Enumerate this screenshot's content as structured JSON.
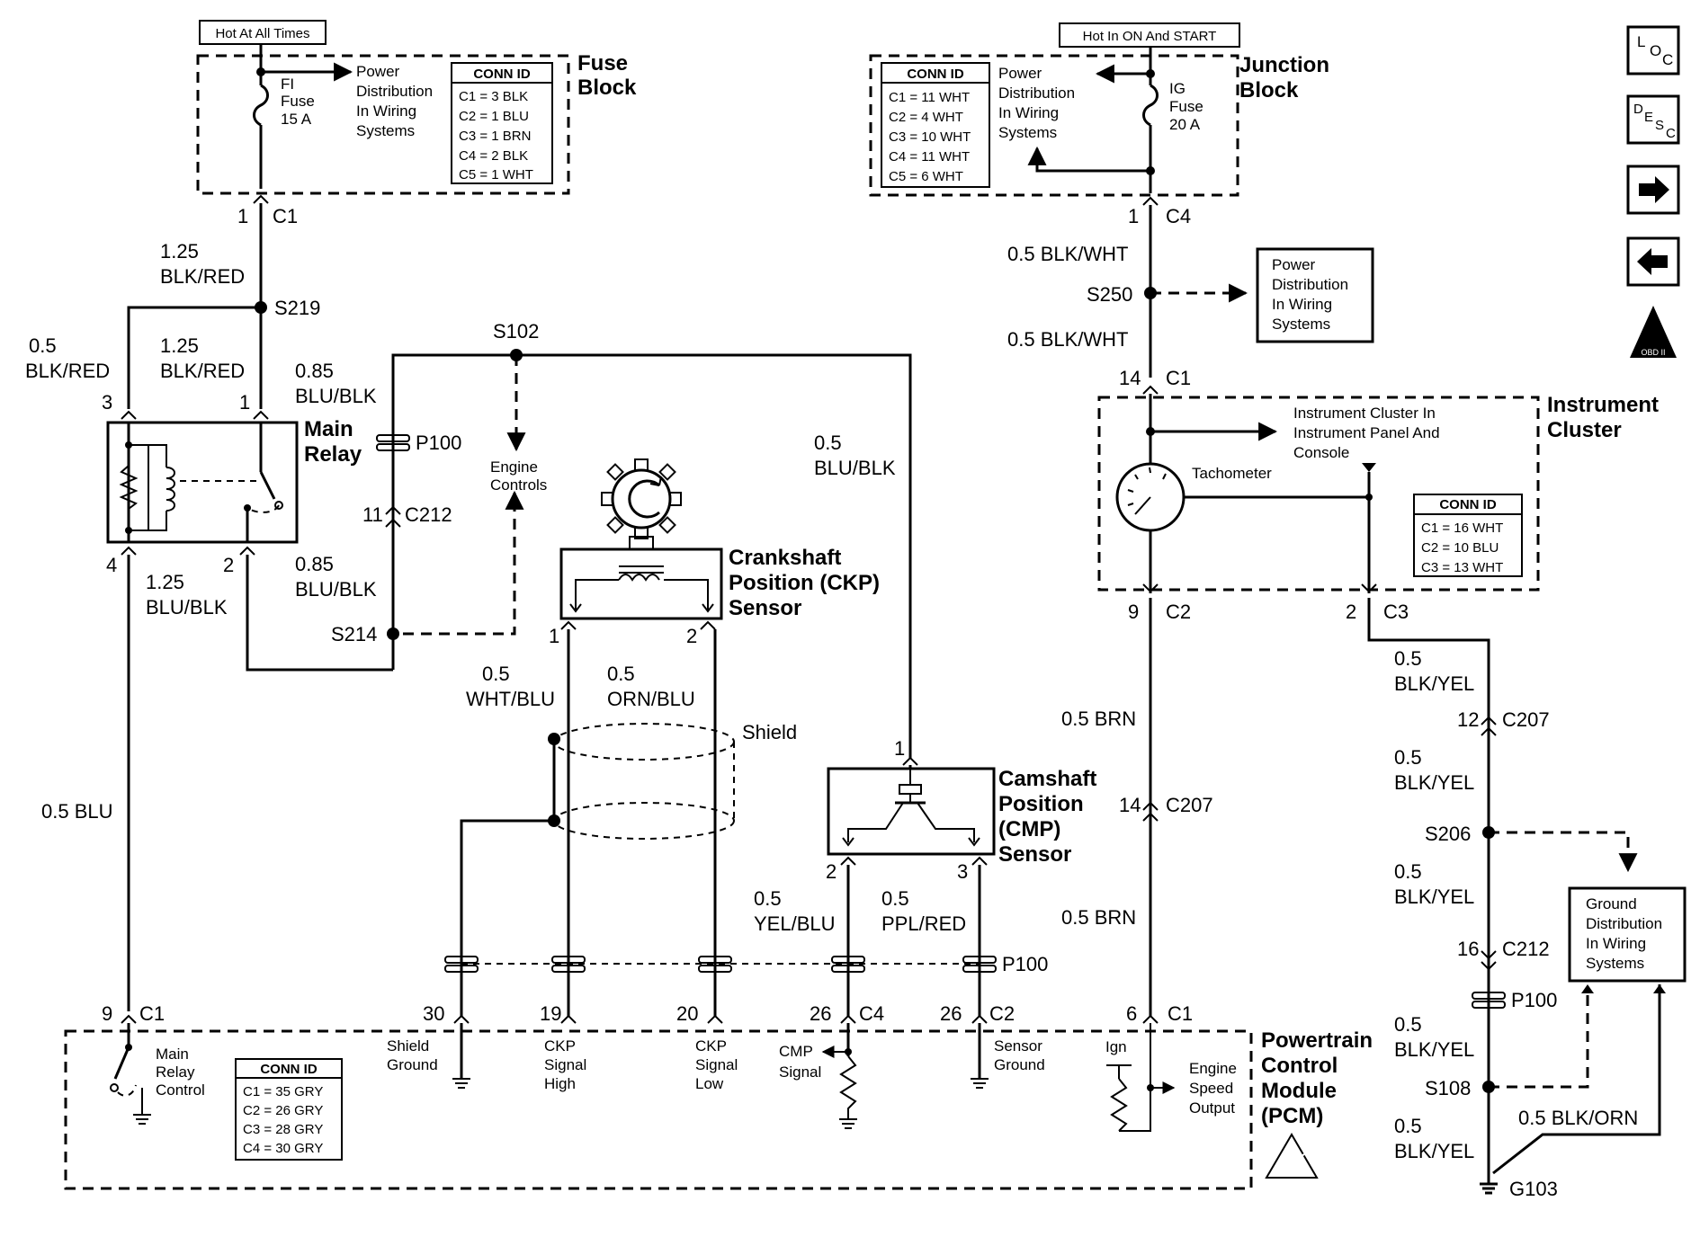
{
  "supply": {
    "hot_at_all_times": "Hot At All Times",
    "hot_in_on_start": "Hot In ON And START"
  },
  "fuse_block": {
    "title_1": "Fuse",
    "title_2": "Block",
    "fuse_1": "FI",
    "fuse_2": "Fuse",
    "fuse_3": "15 A",
    "power_dist": [
      "Power",
      "Distribution",
      "In Wiring",
      "Systems"
    ],
    "conn_id_title": "CONN ID",
    "conn_ids": [
      "C1 = 3 BLK",
      "C2 = 1 BLU",
      "C3 = 1 BRN",
      "C4 = 2 BLK",
      "C5 = 1 WHT"
    ]
  },
  "junction_block": {
    "title_1": "Junction",
    "title_2": "Block",
    "fuse_1": "IG",
    "fuse_2": "Fuse",
    "fuse_3": "20 A",
    "power_dist": [
      "Power",
      "Distribution",
      "In Wiring",
      "Systems"
    ],
    "conn_id_title": "CONN ID",
    "conn_ids": [
      "C1 = 11 WHT",
      "C2 = 4 WHT",
      "C3 = 10 WHT",
      "C4 = 11 WHT",
      "C5 = 6 WHT"
    ]
  },
  "main_relay": {
    "title_1": "Main",
    "title_2": "Relay"
  },
  "wires": {
    "w_1_25_blk_red_a": [
      "1.25",
      "BLK/RED"
    ],
    "w_0_5_blk_red": [
      "0.5",
      "BLK/RED"
    ],
    "w_1_25_blk_red_b": [
      "1.25",
      "BLK/RED"
    ],
    "w_0_85_blu_blk_a": [
      "0.85",
      "BLU/BLK"
    ],
    "w_0_85_blu_blk_b": [
      "0.85",
      "BLU/BLK"
    ],
    "w_1_25_blu_blk": [
      "1.25",
      "BLU/BLK"
    ],
    "w_0_5_blu_blk": [
      "0.5",
      "BLU/BLK"
    ],
    "w_0_5_blu": "0.5 BLU",
    "w_0_5_wht_blu": [
      "0.5",
      "WHT/BLU"
    ],
    "w_0_5_orn_blu": [
      "0.5",
      "ORN/BLU"
    ],
    "w_0_5_yel_blu": [
      "0.5",
      "YEL/BLU"
    ],
    "w_0_5_ppl_red": [
      "0.5",
      "PPL/RED"
    ],
    "w_0_5_blk_wht_a": "0.5 BLK/WHT",
    "w_0_5_blk_wht_b": "0.5 BLK/WHT",
    "w_0_5_brn_a": "0.5 BRN",
    "w_0_5_brn_b": "0.5 BRN",
    "w_0_5_blk_yel_a": [
      "0.5",
      "BLK/YEL"
    ],
    "w_0_5_blk_yel_b": [
      "0.5",
      "BLK/YEL"
    ],
    "w_0_5_blk_yel_c": [
      "0.5",
      "BLK/YEL"
    ],
    "w_0_5_blk_yel_d": [
      "0.5",
      "BLK/YEL"
    ],
    "w_0_5_blk_yel_e": [
      "0.5",
      "BLK/YEL"
    ],
    "w_0_5_blk_orn": "0.5 BLK/ORN"
  },
  "splices": {
    "s219": "S219",
    "s102": "S102",
    "s214": "S214",
    "s250": "S250",
    "s206": "S206",
    "s108": "S108",
    "g103": "G103"
  },
  "connectors": {
    "p100_a": "P100",
    "p100_b": "P100",
    "p100_c": "P100",
    "c1": "C1",
    "c4": "C4",
    "c2": "C2",
    "c3": "C3",
    "c212": "C212",
    "c207": "C207",
    "pin_1": "1",
    "pin_2": "2",
    "pin_3": "3",
    "pin_4": "4",
    "pin_6": "6",
    "pin_9": "9",
    "pin_11": "11",
    "pin_12": "12",
    "pin_14": "14",
    "pin_16": "16",
    "pin_19": "19",
    "pin_20": "20",
    "pin_26": "26",
    "pin_30": "30"
  },
  "engine_controls": [
    "Engine",
    "Controls"
  ],
  "ckp_sensor": [
    "Crankshaft",
    "Position (CKP)",
    "Sensor"
  ],
  "cmp_sensor": [
    "Camshaft",
    "Position",
    "(CMP)",
    "Sensor"
  ],
  "shield": "Shield",
  "power_dist_right": [
    "Power",
    "Distribution",
    "In Wiring",
    "Systems"
  ],
  "instrument_cluster": {
    "title_1": "Instrument",
    "title_2": "Cluster",
    "feed": [
      "Instrument Cluster In",
      "Instrument Panel And",
      "Console"
    ],
    "tachometer": "Tachometer",
    "conn_id_title": "CONN ID",
    "conn_ids": [
      "C1 = 16 WHT",
      "C2 = 10 BLU",
      "C3 = 13 WHT"
    ]
  },
  "ground_dist": [
    "Ground",
    "Distribution",
    "In Wiring",
    "Systems"
  ],
  "pcm": {
    "title": [
      "Powertrain",
      "Control",
      "Module",
      "(PCM)"
    ],
    "main_relay_control": [
      "Main",
      "Relay",
      "Control"
    ],
    "conn_id_title": "CONN ID",
    "conn_ids": [
      "C1 = 35 GRY",
      "C2 = 26 GRY",
      "C3 = 28 GRY",
      "C4 = 30 GRY"
    ],
    "shield_ground": [
      "Shield",
      "Ground"
    ],
    "ckp_high": [
      "CKP",
      "Signal",
      "High"
    ],
    "ckp_low": [
      "CKP",
      "Signal",
      "Low"
    ],
    "cmp_signal": [
      "CMP",
      "Signal"
    ],
    "sensor_ground": [
      "Sensor",
      "Ground"
    ],
    "ign": "Ign",
    "engine_speed": [
      "Engine",
      "Speed",
      "Output"
    ]
  },
  "nav_icons": {
    "loc": [
      "L",
      "O",
      "C"
    ],
    "desc": [
      "D",
      "E",
      "S",
      "C"
    ],
    "obd": "OBD II"
  }
}
